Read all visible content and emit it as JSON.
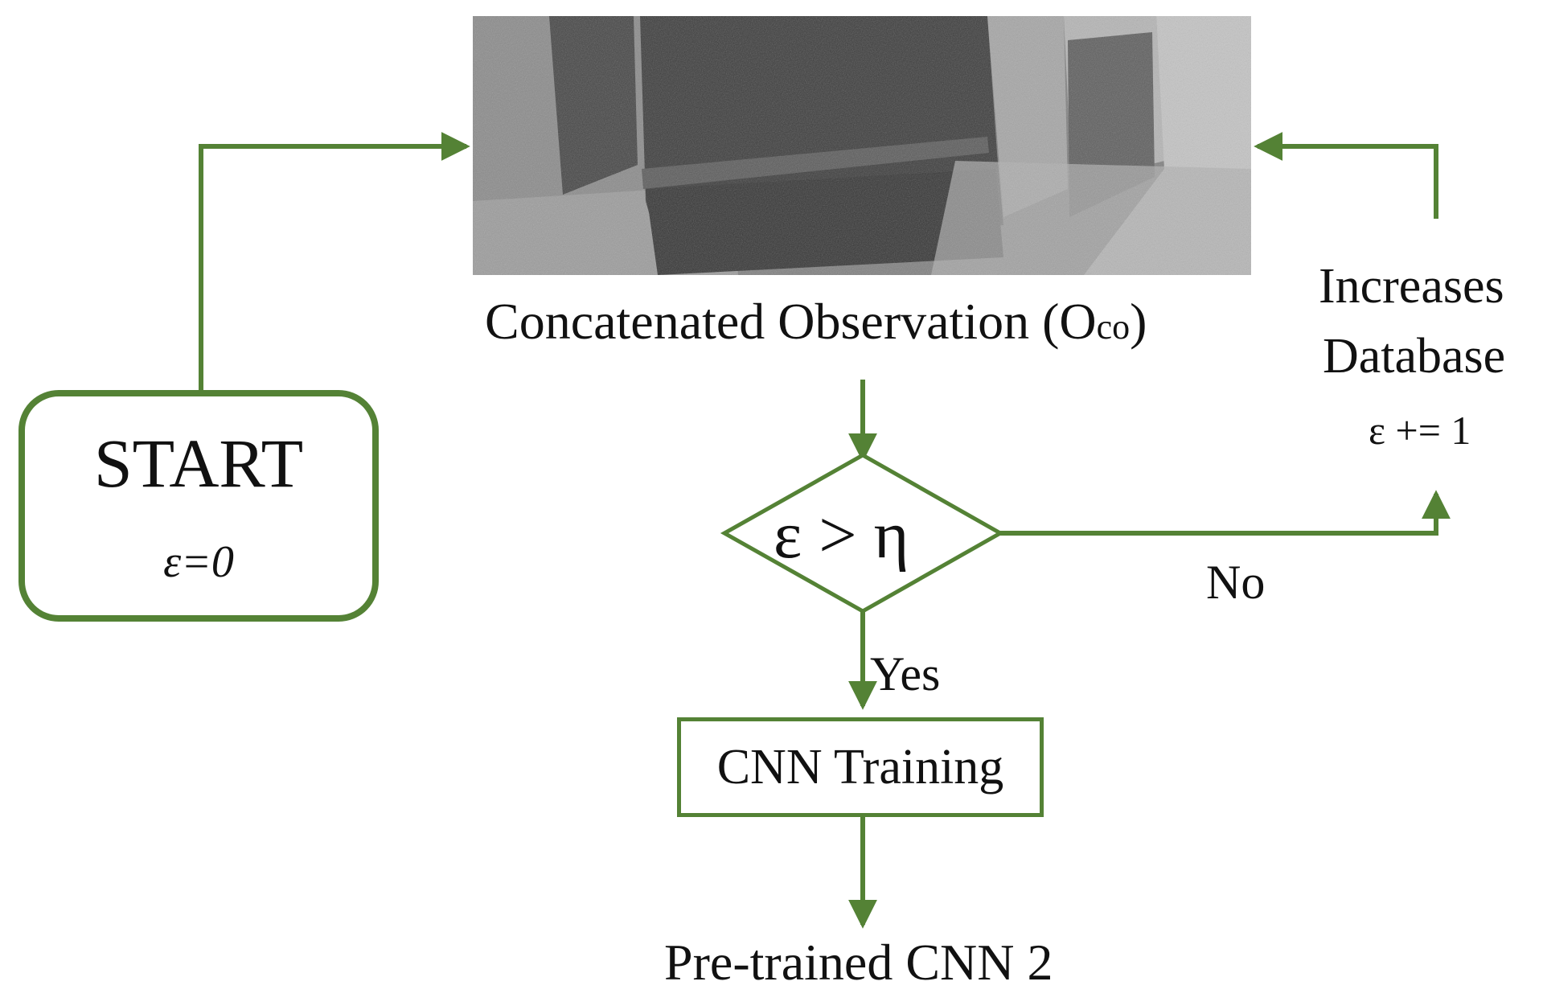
{
  "colors": {
    "accent_green": "#548235",
    "text": "#111111",
    "photo_gray": "#7d7d7d"
  },
  "start": {
    "title": "START",
    "epsilon_init": "ε=0"
  },
  "observation": {
    "image_alt": "grayscale camera observation",
    "label_main": "Concatenated Observation (O",
    "label_sub": "co",
    "label_close": ")"
  },
  "increase": {
    "line1": "Increases",
    "line2": "Database",
    "epsilon_update": "ε += 1"
  },
  "decision": {
    "condition": "ε > η",
    "no_label": "No",
    "yes_label": "Yes"
  },
  "cnn_training": {
    "label": "CNN Training"
  },
  "output": {
    "label": "Pre-trained CNN 2"
  }
}
